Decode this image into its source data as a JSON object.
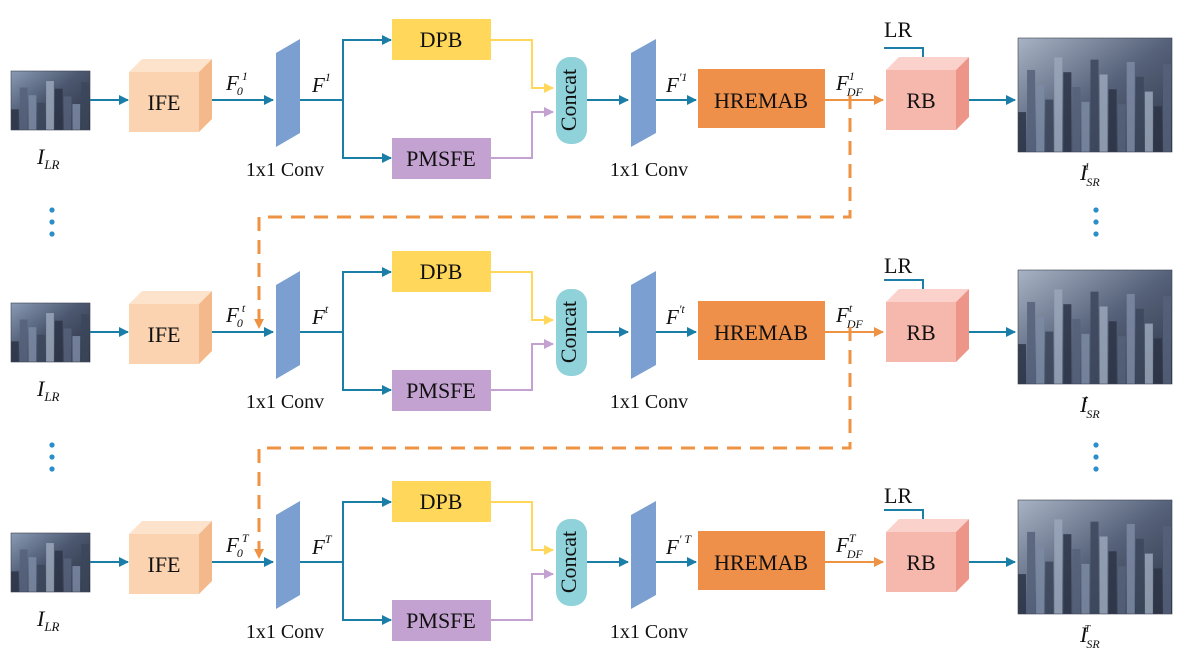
{
  "colors": {
    "ife": "#fbd3b0",
    "conv": "#7b9fd1",
    "dpb": "#ffd75a",
    "pmsfe": "#c3a2d1",
    "concat": "#8fd2d9",
    "hremab": "#ee8f4a",
    "rb": "#f6b7ad",
    "arrow": "#1a7ea6",
    "feedback": "#ee9343",
    "dots": "#2b8ec9",
    "image": "#4a5466"
  },
  "labels": {
    "ife": "IFE",
    "dpb": "DPB",
    "pmsfe": "PMSFE",
    "concat": "Concat",
    "hremab": "HREMAB",
    "rb": "RB",
    "lr": "LR",
    "conv": "1x1 Conv",
    "input_main": "I",
    "input_sub": "LR",
    "output_main": "I",
    "output_sub": "SR",
    "f": "F",
    "f0_sub": "0",
    "fdf_sub": "DF",
    "dots": "⋮"
  },
  "rows": [
    {
      "index": "1",
      "fprime": "'1"
    },
    {
      "index": "t",
      "fprime": "'t"
    },
    {
      "index": "T",
      "fprime": "' T"
    }
  ]
}
